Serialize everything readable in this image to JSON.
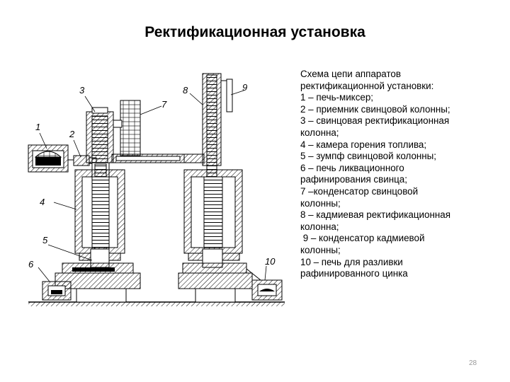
{
  "slide": {
    "title": "Ректификационная установка",
    "page_number": "28"
  },
  "legend": {
    "lines": [
      "Схема цепи аппаратов",
      "ректификационной установки:",
      "1 – печь-миксер;",
      "2 – приемник свинцовой колонны;",
      "3 – свинцовая ректификационная",
      "колонна;",
      "4 – камера горения топлива;",
      "5 – зумпф свинцовой колонны;",
      "6 – печь ликвационного",
      "рафинирования свинца;",
      "7 –конденсатор свинцовой",
      "колонны;",
      "8 – кадмиевая ректификационная",
      "колонна;",
      " 9 – конденсатор кадмиевой",
      "колонны;",
      "10 – печь для разливки",
      "рафинированного цинка"
    ]
  },
  "diagram": {
    "callouts": [
      "1",
      "2",
      "3",
      "4",
      "5",
      "6",
      "7",
      "8",
      "9",
      "10"
    ]
  }
}
